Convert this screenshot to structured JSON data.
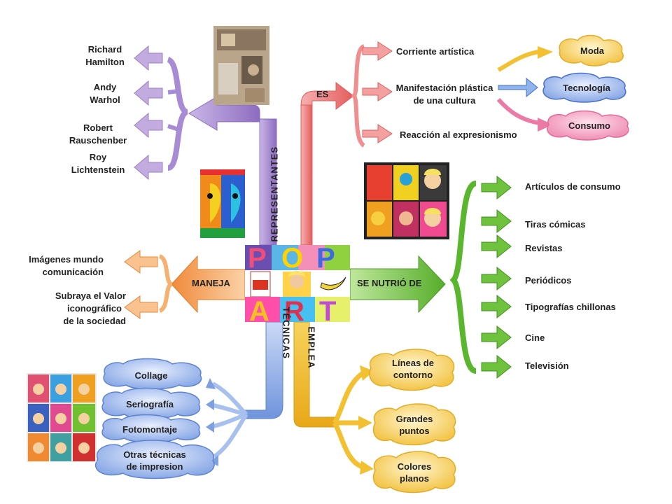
{
  "center": {
    "line1": "POP",
    "line2": "ART"
  },
  "representantes": {
    "label": "REPRESENTANTES",
    "items": [
      {
        "line1": "Richard",
        "line2": "Hamilton"
      },
      {
        "line1": "Andy",
        "line2": "Warhol"
      },
      {
        "line1": "Robert",
        "line2": "Rauschenber"
      },
      {
        "line1": "Roy",
        "line2": "Lichtenstein"
      }
    ]
  },
  "es": {
    "label": "ES",
    "items": [
      "Corriente artística",
      {
        "line1": "Manifestación plástica",
        "line2": "de una cultura"
      },
      "Reacción al expresionismo"
    ],
    "sub": [
      "Moda",
      "Tecnología",
      "Consumo"
    ]
  },
  "maneja": {
    "label": "MANEJA",
    "items": [
      {
        "line1": "Imágenes mundo",
        "line2": "comunicación"
      },
      {
        "line1": "Subraya el Valor",
        "line2": "iconográfico",
        "line3": "de la sociedad"
      }
    ]
  },
  "se_nutrio": {
    "label": "SE NUTRIÓ DE",
    "items": [
      "Artículos de consumo",
      "Tiras cómicas",
      "Revistas",
      "Periódicos",
      "Tipografías chillonas",
      "Cine",
      "Televisión"
    ]
  },
  "tecnicas": {
    "label": "TÉCNICAS",
    "items": [
      "Collage",
      "Seriografía",
      "Fotomontaje",
      {
        "line1": "Otras técnicas",
        "line2": "de impresion"
      }
    ]
  },
  "emplea": {
    "label": "EMPLEA",
    "items": [
      {
        "line1": "Líneas de",
        "line2": "contorno"
      },
      {
        "line1": "Grandes",
        "line2": "puntos"
      },
      {
        "line1": "Colores",
        "line2": "planos"
      }
    ]
  },
  "colors": {
    "purple": "#9b7fc4",
    "red": "#e86a6a",
    "orange": "#f4a460",
    "green": "#6abf3a",
    "blue": "#7fa0e0",
    "gold": "#f2c030",
    "moda": "#f6d27a",
    "tecnologia": "#8fb4ec",
    "consumo": "#f3a0c0"
  }
}
